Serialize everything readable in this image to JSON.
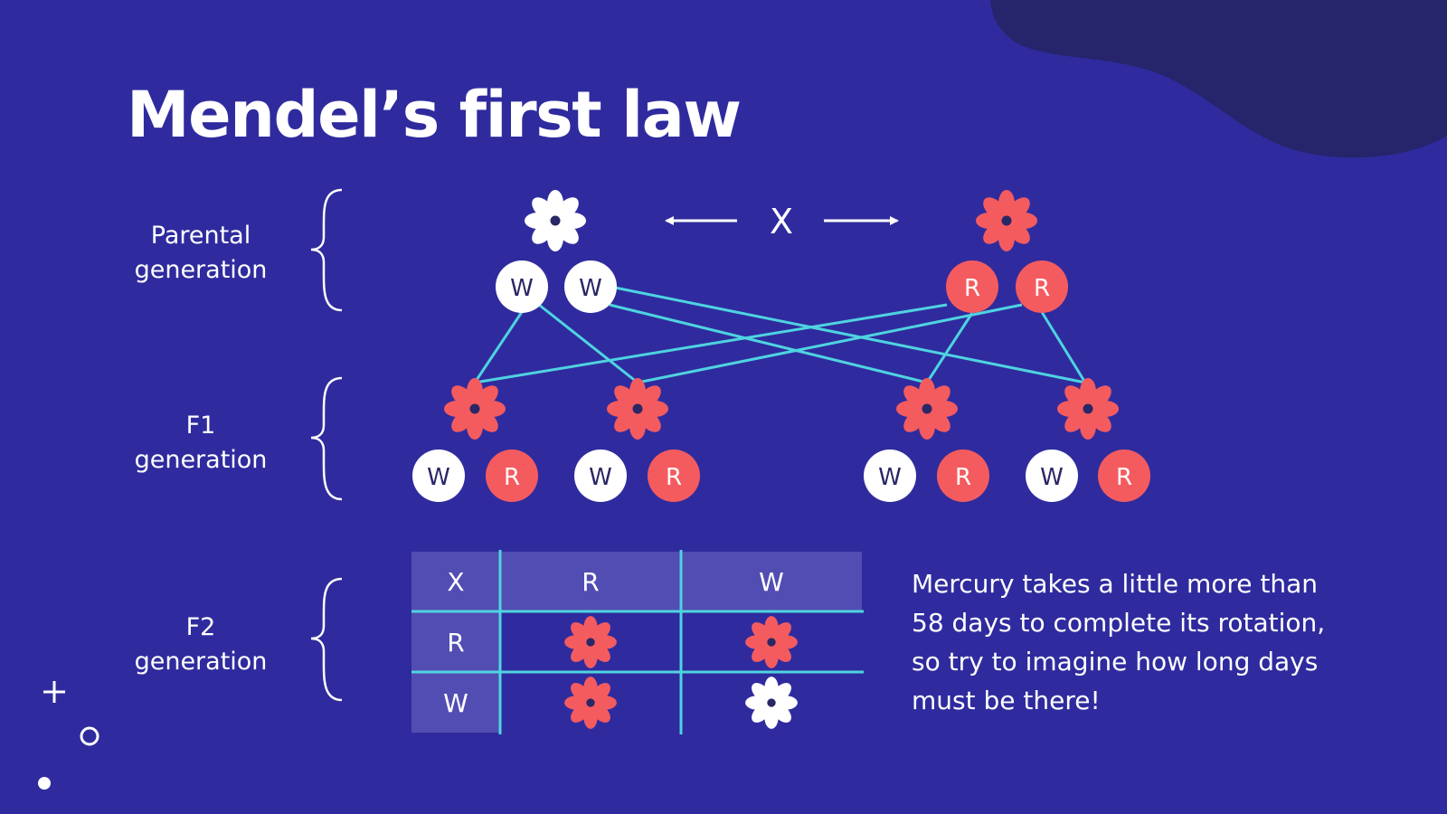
{
  "title": "Mendel’s first law",
  "generations": [
    {
      "line1": "Parental",
      "line2": "generation"
    },
    {
      "line1": "F1",
      "line2": "generation"
    },
    {
      "line1": "F2",
      "line2": "generation"
    }
  ],
  "parental": {
    "cross_symbol": "X",
    "left_alleles": [
      "W",
      "W"
    ],
    "right_alleles": [
      "R",
      "R"
    ]
  },
  "f1": {
    "pairs": [
      [
        "W",
        "R"
      ],
      [
        "W",
        "R"
      ],
      [
        "W",
        "R"
      ],
      [
        "W",
        "R"
      ]
    ]
  },
  "punnett": {
    "corner": "X",
    "columns": [
      "R",
      "W"
    ],
    "rows": [
      "R",
      "W"
    ],
    "cells": [
      [
        "red",
        "red"
      ],
      [
        "red",
        "white"
      ]
    ]
  },
  "note": "Mercury takes a little more than 58 days to complete its rotation, so try to imagine how long days must be there!",
  "colors": {
    "background": "#2f2b9e",
    "blob": "#26246b",
    "accent_red": "#f45b5f",
    "accent_cyan": "#4fd3e0",
    "cell": "#524db2",
    "white": "#ffffff",
    "allele_text_dark": "#2a2766"
  }
}
